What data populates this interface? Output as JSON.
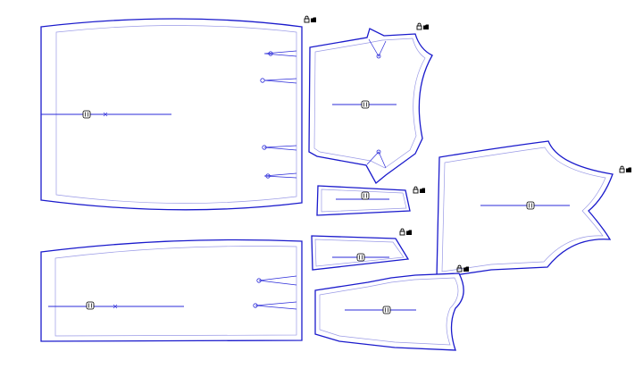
{
  "colors": {
    "outline": "#1a1acc",
    "seam": "#9a9ae6",
    "grain": "#2b2bd9",
    "lock": "#000000"
  },
  "icons": {
    "lock": "lock-icon",
    "folder": "folder-icon"
  },
  "pieces": [
    {
      "id": "skirt-front"
    },
    {
      "id": "bodice-front"
    },
    {
      "id": "sleeve"
    },
    {
      "id": "waistband-1"
    },
    {
      "id": "waistband-2"
    },
    {
      "id": "skirt-back"
    },
    {
      "id": "bodice-back"
    }
  ]
}
